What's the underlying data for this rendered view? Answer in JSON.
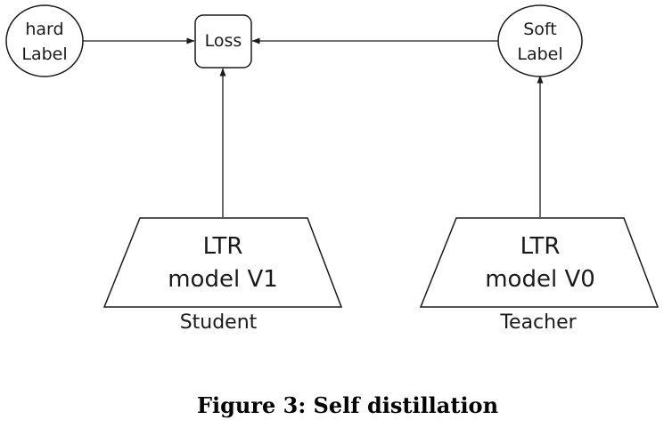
{
  "nodes": {
    "hard_label": {
      "line1": "hard",
      "line2": "Label"
    },
    "loss": {
      "label": "Loss"
    },
    "soft_label": {
      "line1": "Soft",
      "line2": "Label"
    },
    "student_model": {
      "line1": "LTR",
      "line2": "model V1",
      "role": "Student"
    },
    "teacher_model": {
      "line1": "LTR",
      "line2": "model V0",
      "role": "Teacher"
    }
  },
  "caption": "Figure 3: Self distillation"
}
